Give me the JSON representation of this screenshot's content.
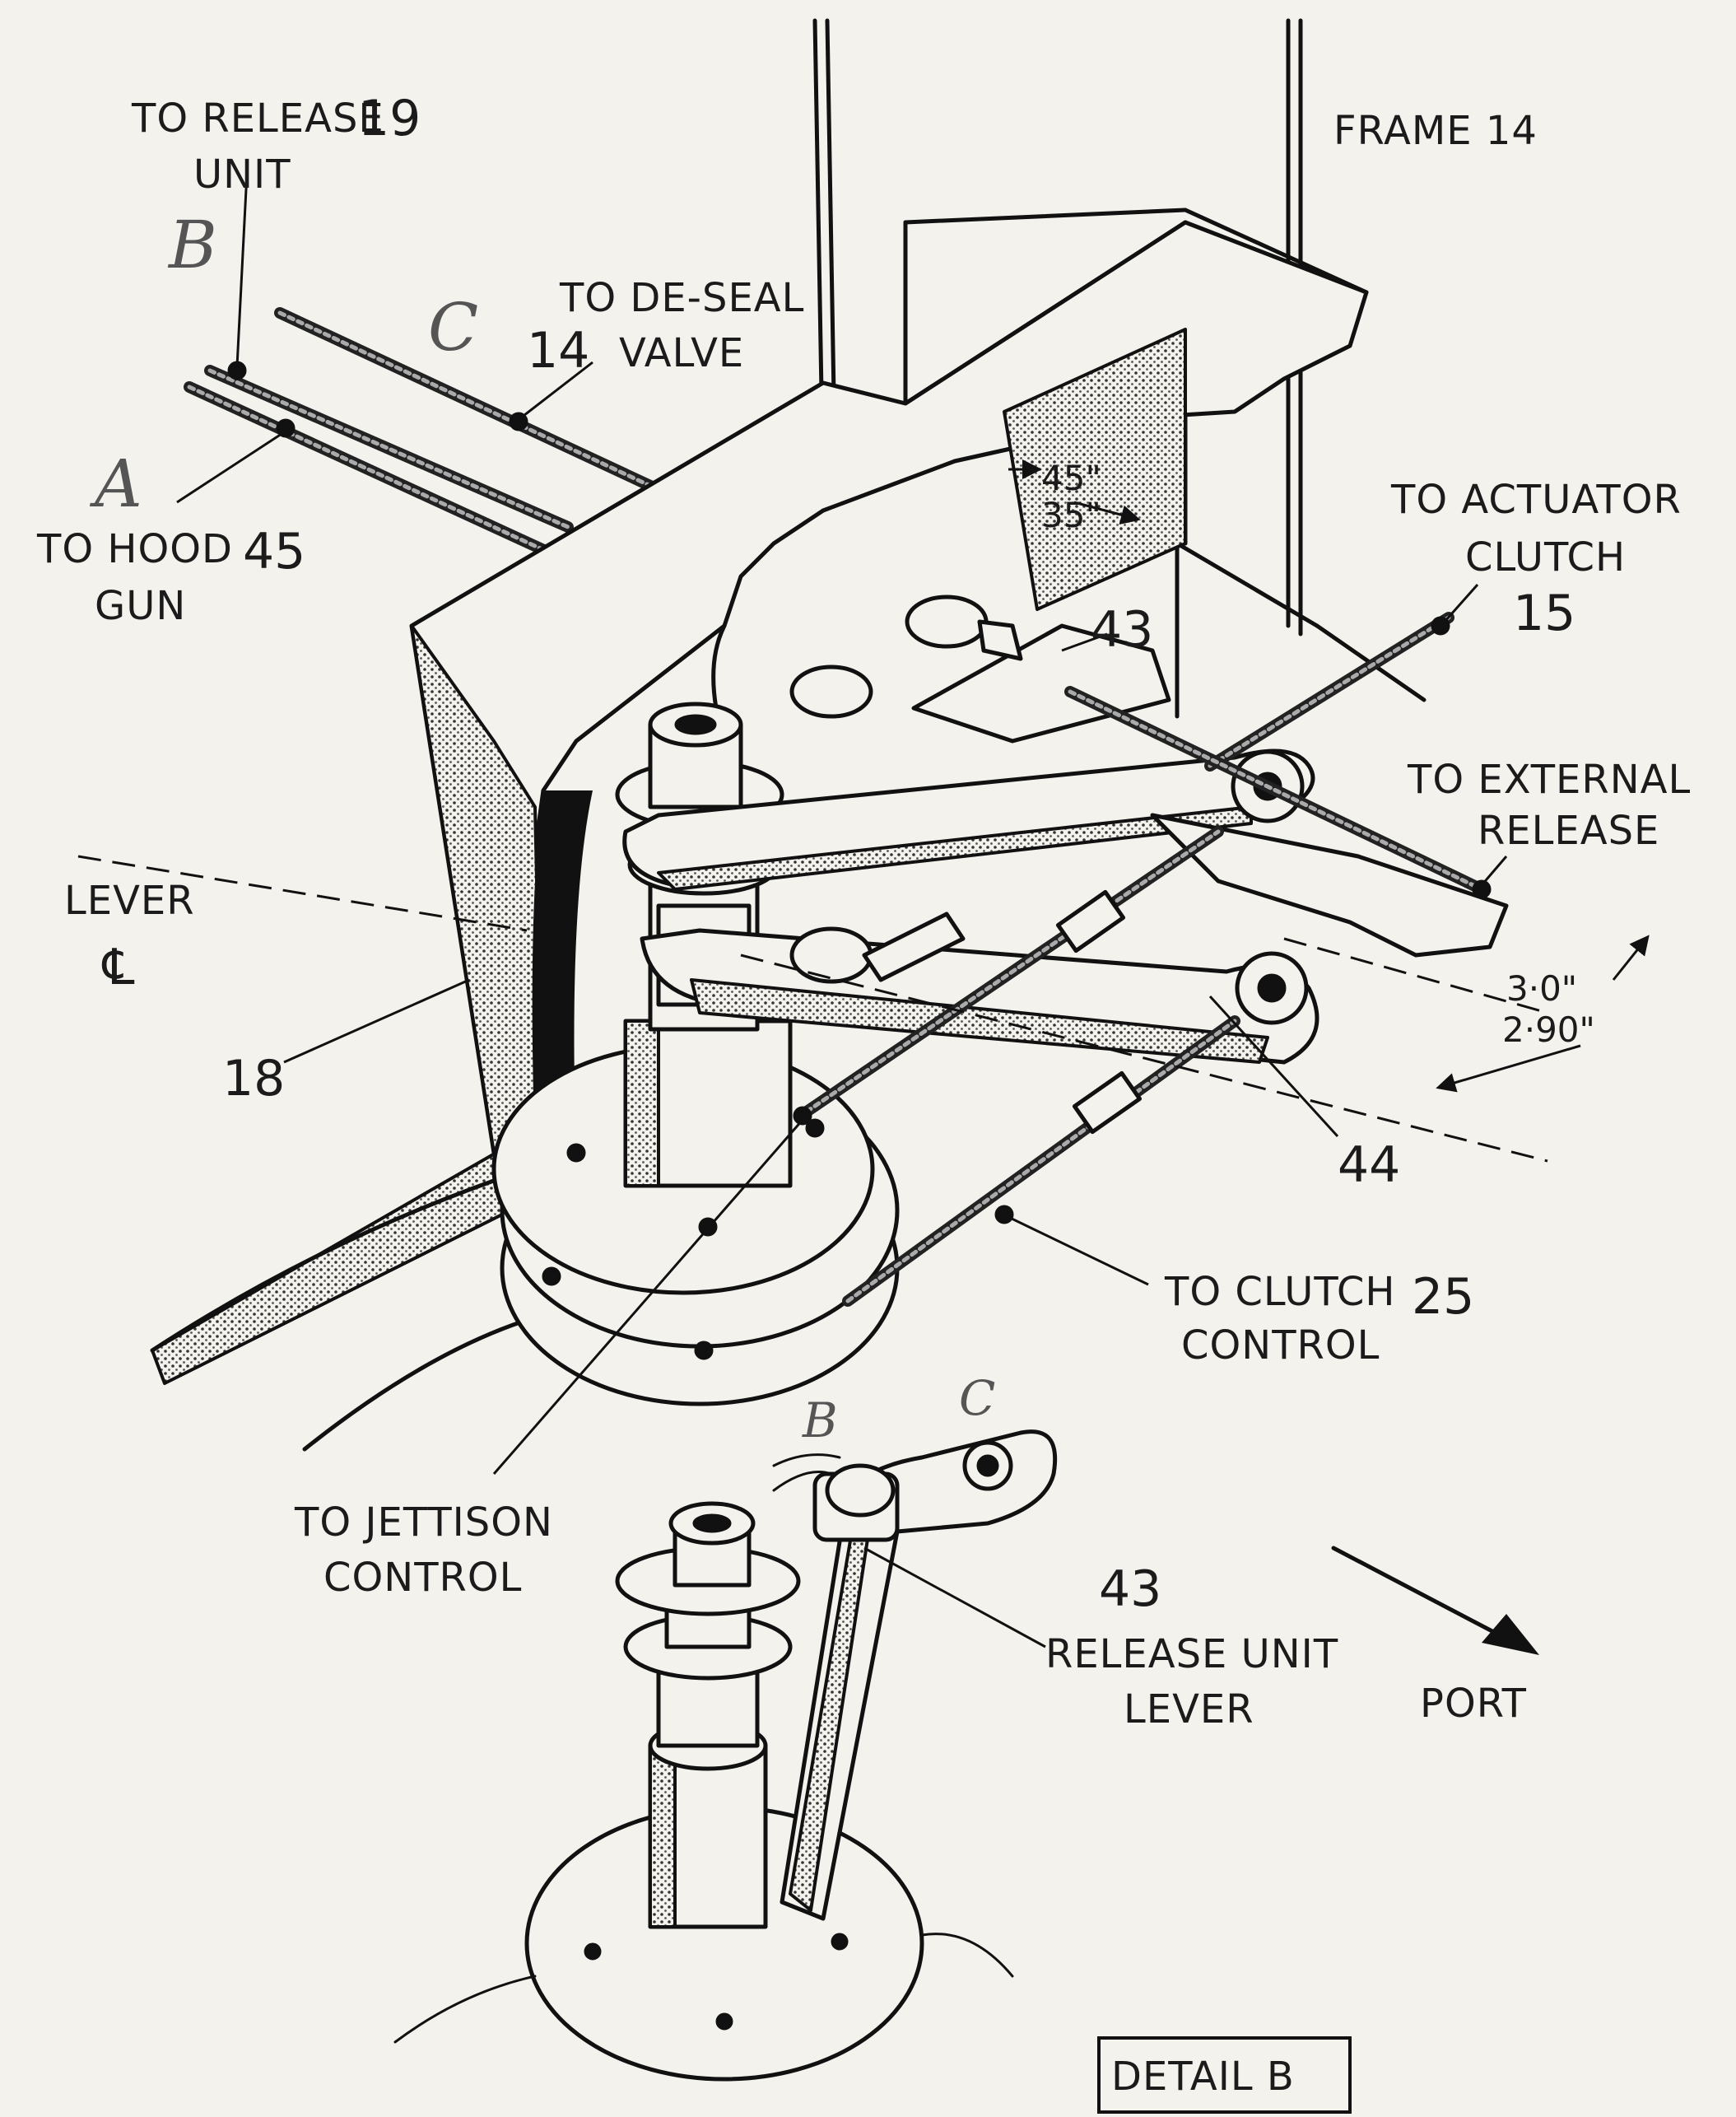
{
  "labels": {
    "release": "TO RELEASE",
    "release_num": "19",
    "release_unit": "UNIT",
    "de_seal": "TO DE-SEAL",
    "de_seal_num": "14",
    "valve": "VALVE",
    "hood": "TO HOOD",
    "hood_num": "45",
    "gun": "GUN",
    "frame": "FRAME 14",
    "actuator": "TO ACTUATOR",
    "clutch": "CLUTCH",
    "actuator_num": "15",
    "external": "TO EXTERNAL",
    "ext_release": "RELEASE",
    "lever": "LEVER",
    "lever_cl": "℄",
    "part18": "18",
    "part43": "43",
    "part44": "44",
    "clutch_control": "TO CLUTCH",
    "clutch_control_num": "25",
    "control": "CONTROL",
    "jettison": "TO JETTISON",
    "jettison_control": "CONTROL",
    "detail43": "43",
    "release_unit_lever_1": "RELEASE UNIT",
    "release_unit_lever_2": "LEVER",
    "port": "PORT",
    "detail_box": "DETAIL B"
  },
  "dimensions": {
    "d1a": "45\"",
    "d1b": "35\"",
    "d2a": "3·0\"",
    "d2b": "2·90\""
  },
  "handwritten": {
    "a": "A",
    "b": "B",
    "c": "C",
    "b_small": "B",
    "c_small": "C"
  }
}
